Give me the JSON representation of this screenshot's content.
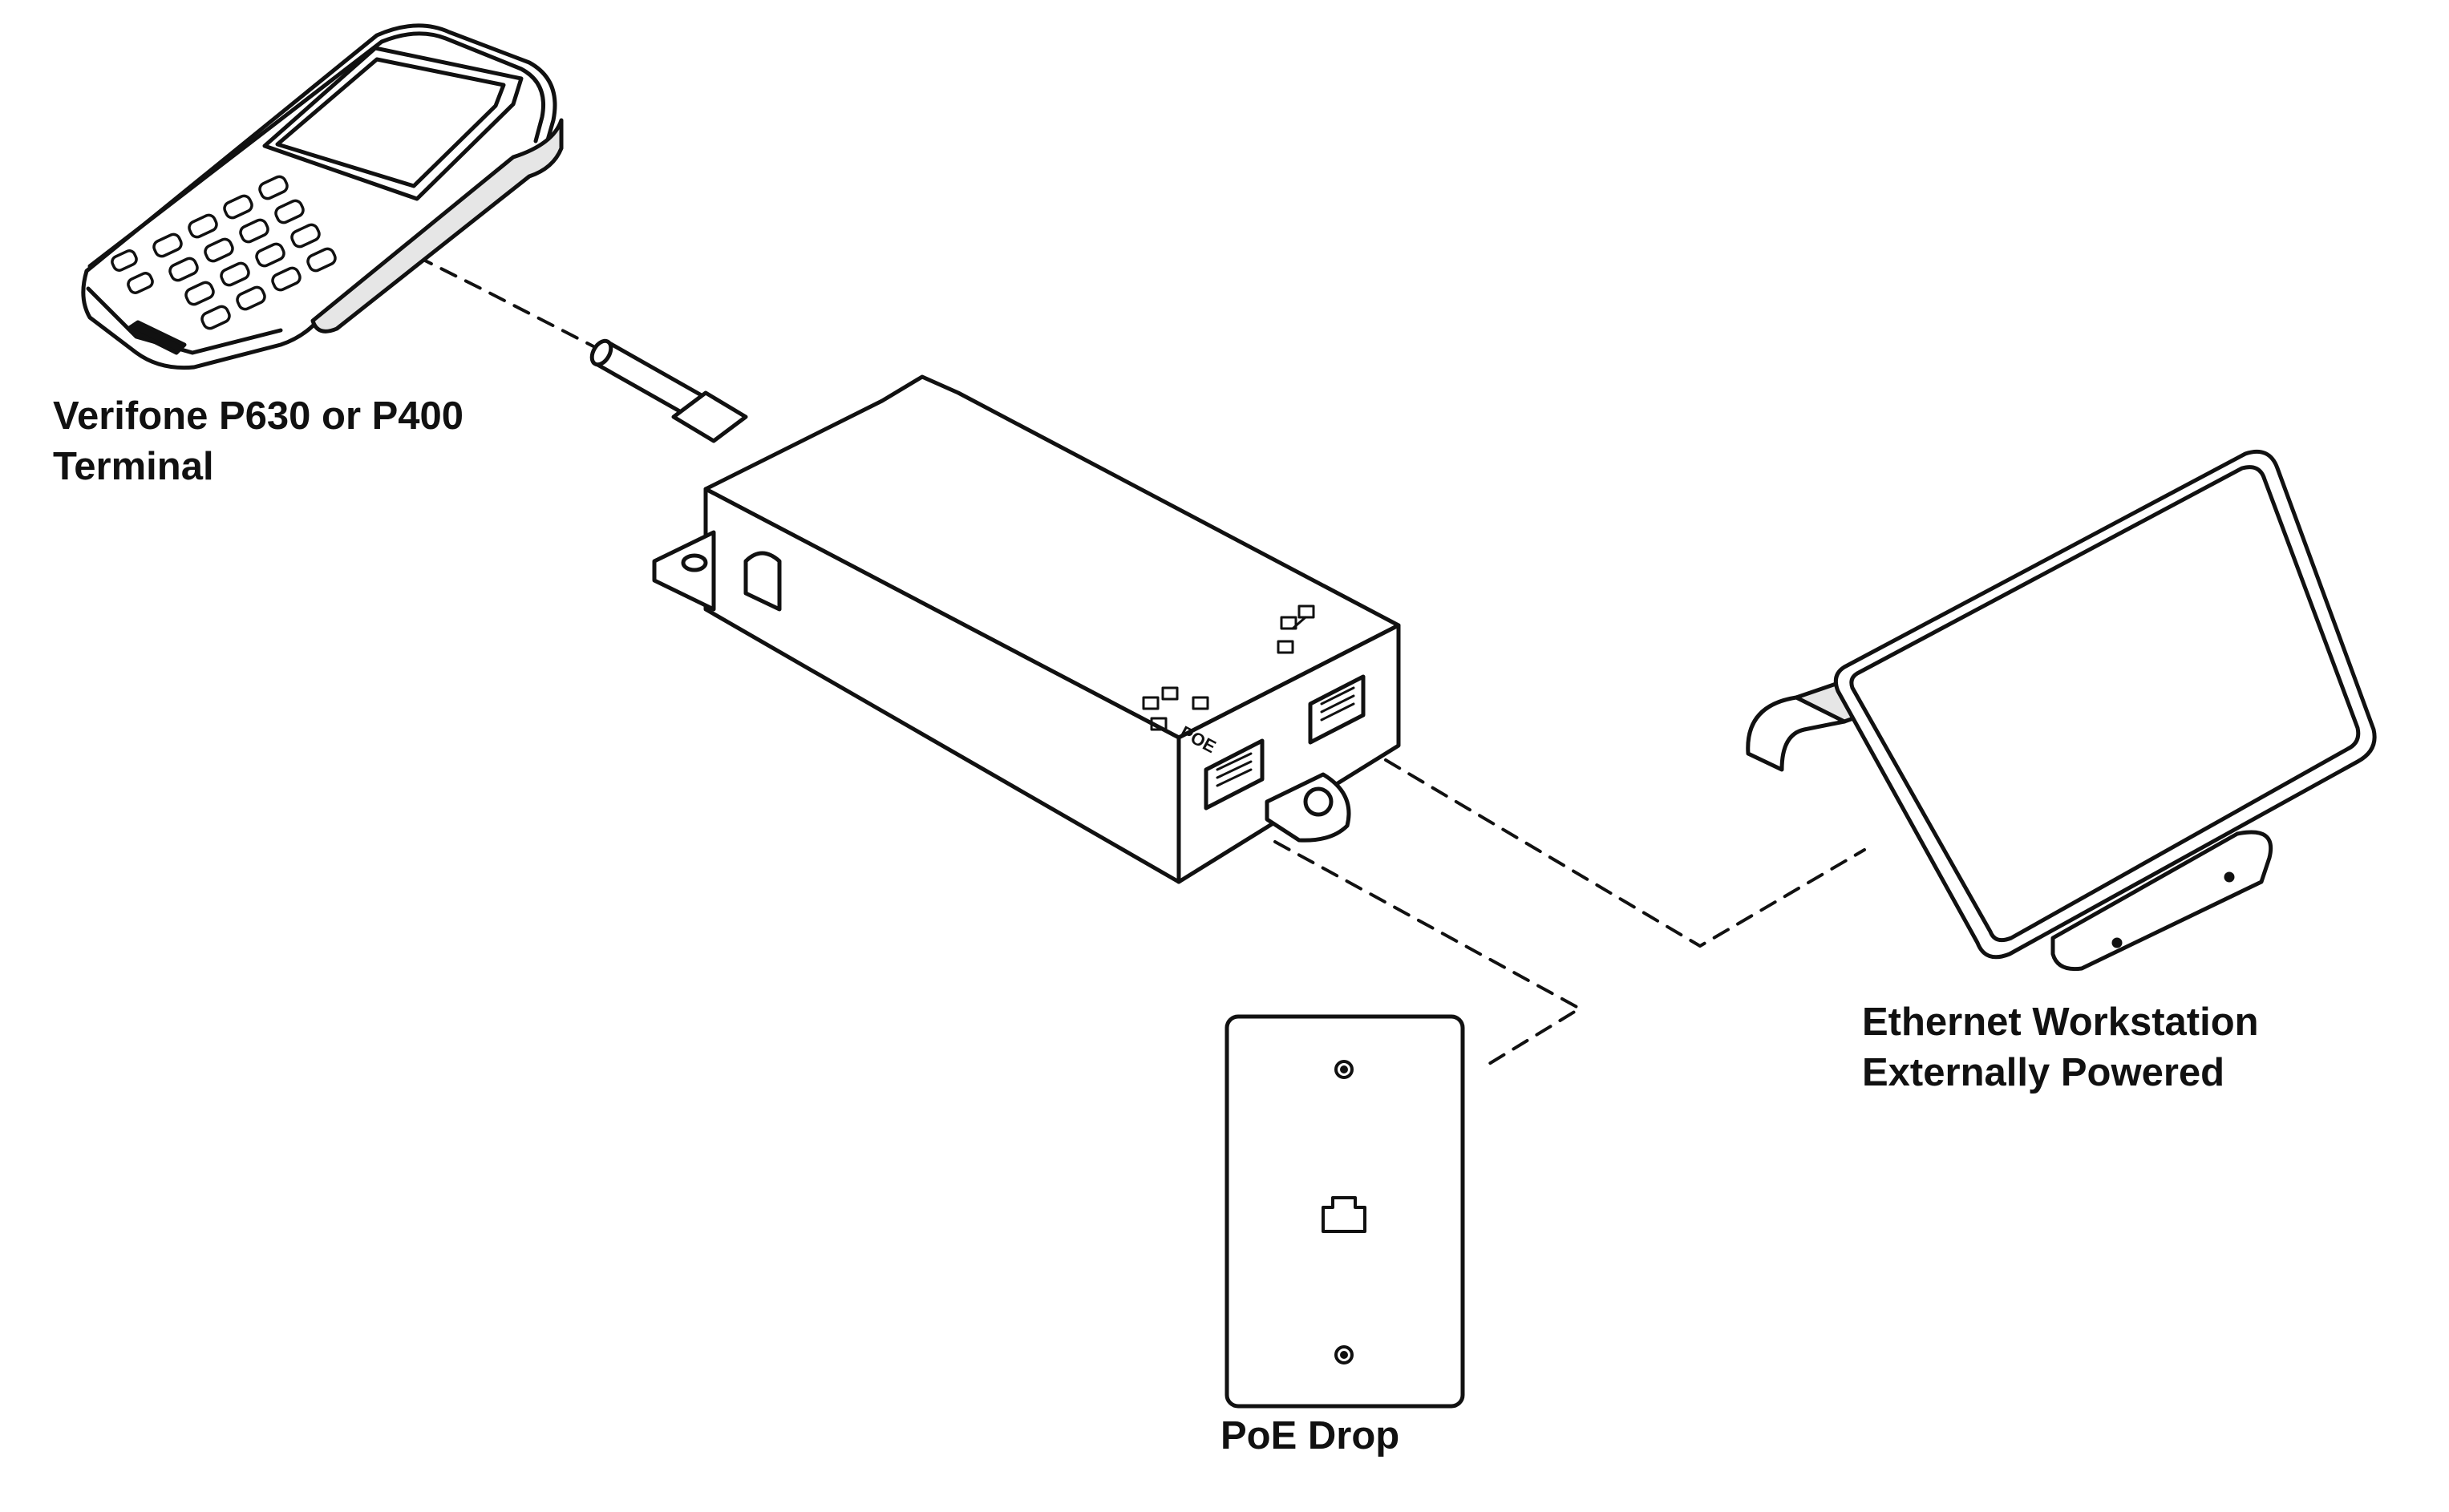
{
  "labels": {
    "terminal": {
      "line1": "Verifone P630 or P400",
      "line2": "Terminal"
    },
    "workstation": {
      "line1": "Ethernet Workstation",
      "line2": "Externally Powered"
    },
    "poe_drop": "PoE Drop"
  },
  "injector": {
    "port_label": "POE"
  },
  "colors": {
    "line": "#111111",
    "fill": "#ffffff",
    "shade": "#e6e6e6",
    "text": "#111111"
  }
}
